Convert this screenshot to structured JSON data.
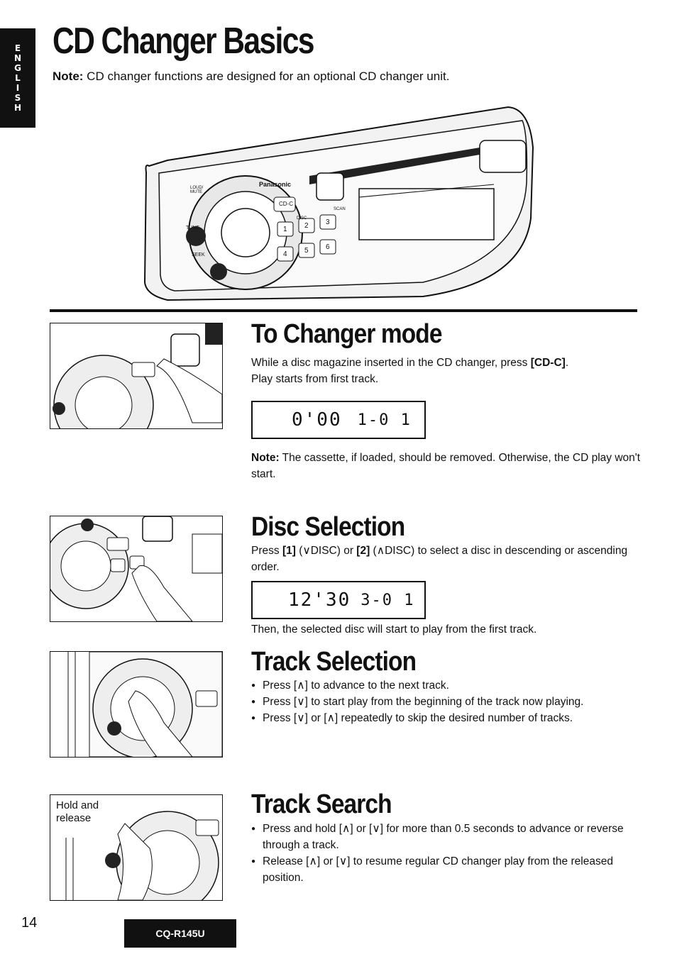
{
  "side_tab": {
    "letters": [
      "E",
      "N",
      "G",
      "L",
      "I",
      "S",
      "H"
    ]
  },
  "page_title": "CD Changer Basics",
  "intro_note": {
    "label": "Note:",
    "text": " CD changer functions are designed for an optional CD changer unit."
  },
  "radio_labels": {
    "brand": "Panasonic",
    "cdc": "CD-C",
    "loud": "LOUD/ MUTE",
    "tune": "TUNE",
    "seek": "SEEK",
    "disc": "DISC",
    "scan": "SCAN",
    "buttons": [
      "1",
      "2",
      "3",
      "4",
      "5",
      "6"
    ]
  },
  "sections": {
    "changer_mode": {
      "heading": "To Changer mode",
      "line1_pre": "While a disc magazine inserted in the CD changer, press ",
      "line1_key": "[CD-C]",
      "line1_post": ".",
      "line2": "Play starts from first track.",
      "lcd_left": "0'00",
      "lcd_right": "1-0 1",
      "note_label": "Note:",
      "note_text": " The cassette, if loaded, should be removed.  Otherwise, the CD play won't start."
    },
    "disc_selection": {
      "heading": "Disc Selection",
      "text_a": "Press ",
      "key1": "[1]",
      "text_b": " (∨DISC) or ",
      "key2": "[2]",
      "text_c": " (∧DISC) to select a disc in descending or ascending order.",
      "lcd_left": "12'30",
      "lcd_right": "3-0 1",
      "after": "Then, the selected disc will start to play from the first track."
    },
    "track_selection": {
      "heading": "Track Selection",
      "bullets": [
        "Press [∧] to advance to the next track.",
        "Press [∨] to start play from the beginning of the track now playing.",
        "Press [∨] or [∧] repeatedly to skip the desired number of tracks."
      ]
    },
    "track_search": {
      "heading": "Track Search",
      "image_caption": "Hold and release",
      "bullets": [
        "Press and hold [∧] or [∨] for more than 0.5 seconds to advance or reverse through a track.",
        "Release [∧] or [∨] to resume regular CD changer play from the released position."
      ]
    }
  },
  "footer": {
    "page_number": "14",
    "model": "CQ-R145U"
  }
}
